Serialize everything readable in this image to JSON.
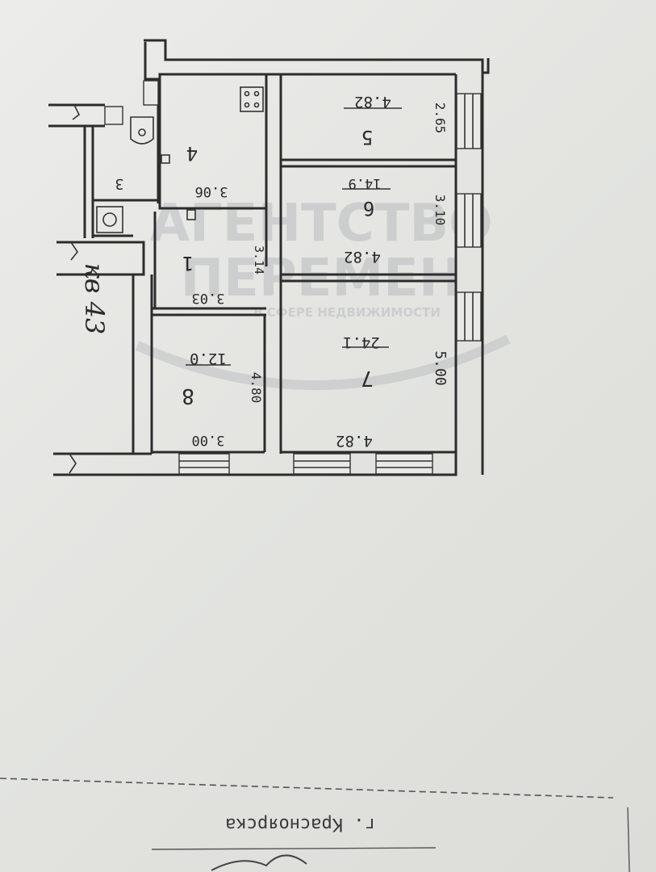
{
  "rooms": [
    {
      "num": "1",
      "area": "",
      "w": "3.03",
      "h": "3.14"
    },
    {
      "num": "3",
      "area": "",
      "w": "",
      "h": ""
    },
    {
      "num": "4",
      "area": "",
      "w": "3.06",
      "h": ""
    },
    {
      "num": "5",
      "area": "4.82",
      "w": "",
      "h": "2.65"
    },
    {
      "num": "6",
      "area": "14.9",
      "w": "4.82",
      "h": "3.10"
    },
    {
      "num": "7",
      "area": "24.1",
      "w": "4.82",
      "h": "5.00"
    },
    {
      "num": "8",
      "area": "12.0",
      "w": "3.00",
      "h": "4.80"
    }
  ],
  "apartment_label": "кв 43",
  "watermark": {
    "line1": "АГЕНТСТВО",
    "line2": "ПЕРЕМЕН",
    "line3": "В СФЕРЕ НЕДВИЖИМОСТИ"
  },
  "stamp": "г. Красноярска",
  "colors": {
    "ink": "#2c2c2c",
    "paper": "#e6e6e2",
    "watermark": "#b9bcbf"
  }
}
